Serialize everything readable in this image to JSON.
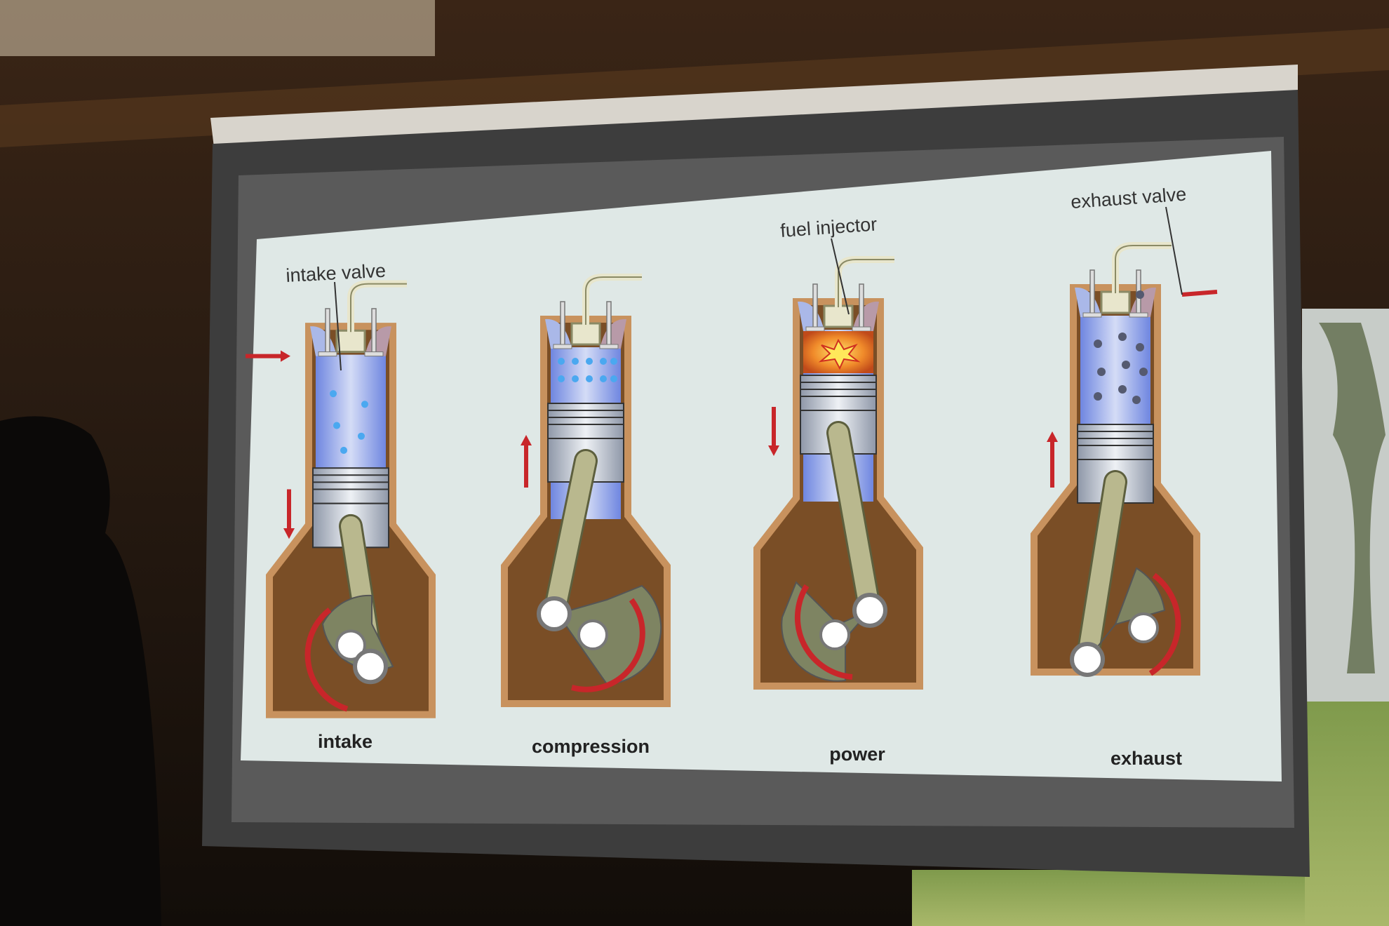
{
  "slide": {
    "title_hidden": null,
    "annotations": {
      "intake_valve": "intake valve",
      "fuel_injector": "fuel injector",
      "exhaust_valve": "exhaust valve"
    },
    "strokes": [
      {
        "label": "intake",
        "piston": "down"
      },
      {
        "label": "compression",
        "piston": "up"
      },
      {
        "label": "power",
        "piston": "down"
      },
      {
        "label": "exhaust",
        "piston": "up"
      }
    ]
  },
  "colors": {
    "slide_bg": "#dfe8e6",
    "block_border": "#c8925e",
    "crankcase": "#7a4e26",
    "arrow": "#c8262a",
    "cylinder_blue": "#7c8fe0"
  }
}
